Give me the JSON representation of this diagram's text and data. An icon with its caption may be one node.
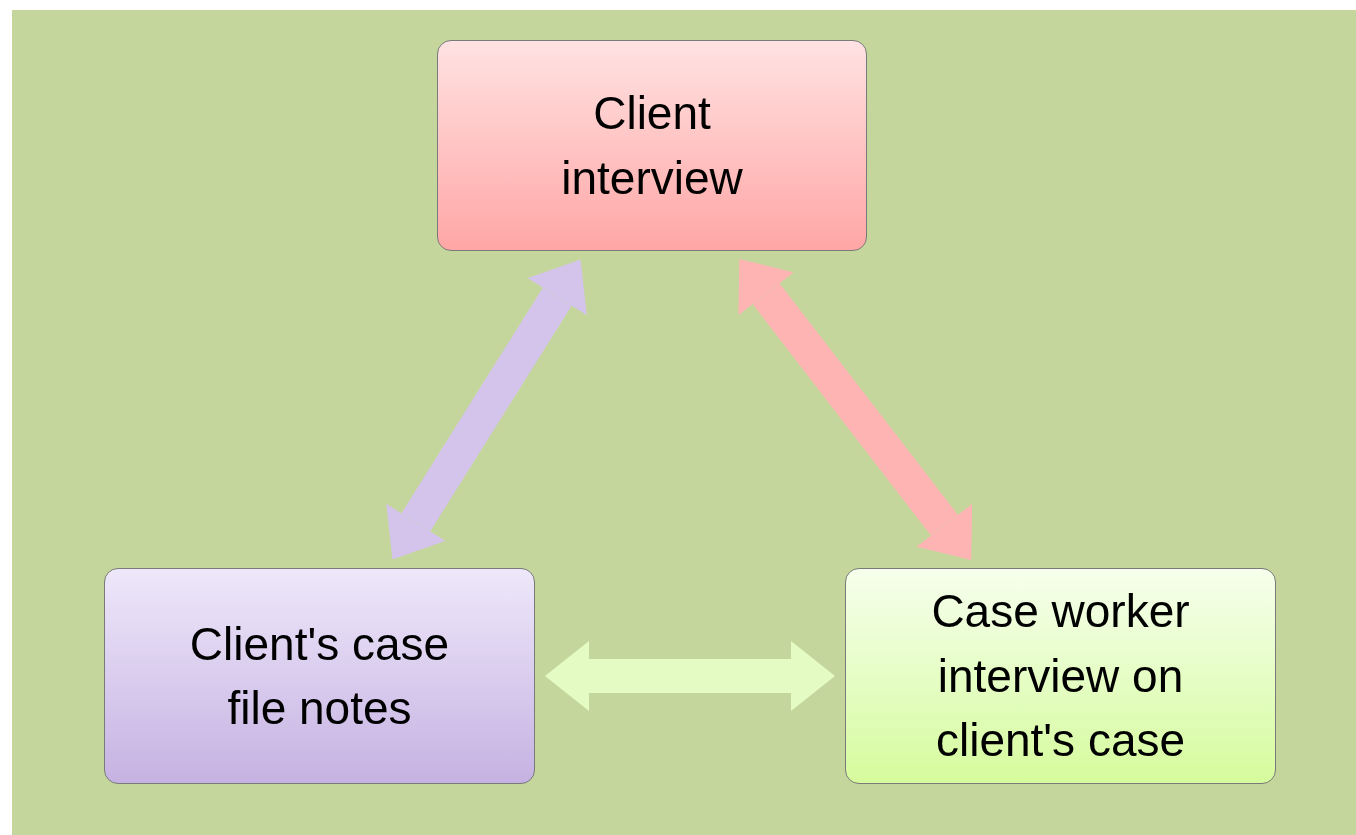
{
  "diagram": {
    "nodes": [
      {
        "text": [
          "Client interview"
        ]
      },
      {
        "text": [
          "Client's case file notes"
        ]
      },
      {
        "text": [
          "Case worker interview on client's case"
        ]
      }
    ],
    "edges": [
      {
        "from": 0,
        "to": 1,
        "arrow": "both",
        "color": "#d4c4ec"
      },
      {
        "from": 0,
        "to": 2,
        "arrow": "both",
        "color": "#ffb4b4"
      },
      {
        "from": 1,
        "to": 2,
        "arrow": "both",
        "color": "#e4fcc4"
      }
    ]
  }
}
